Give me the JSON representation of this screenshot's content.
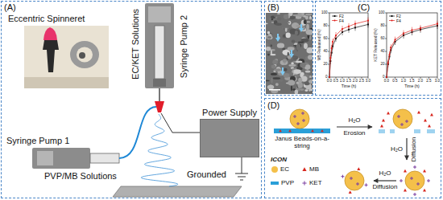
{
  "diagram": {
    "nodes": [
      {
        "text": [
          "(A)"
        ]
      },
      {
        "text": [
          "Power Supply"
        ],
        "in": 0
      },
      {
        "text": [
          "(B)"
        ]
      },
      {
        "text": [
          "(C)"
        ]
      },
      {
        "text": [
          "(D)"
        ]
      }
    ],
    "labels": [
      "Eccentric Spinneret",
      "EC/KET Solutions",
      "Syringe Pump 2",
      "Syringe Pump 1",
      "PVP/MB Solutions",
      "Grounded",
      "MB Released (%)",
      "0",
      "20",
      "40",
      "60",
      "80",
      "100",
      "0.0",
      "0.5",
      "1.0",
      "1.5",
      "2.0",
      "2.5",
      "3.0",
      "Time (h)",
      "KET Released (%)",
      "0",
      "20",
      "40",
      "60",
      "80",
      "100",
      "0.0",
      "0.5",
      "1.0",
      "1.5",
      "2.0",
      "2.5",
      "3.0",
      "Time (h)",
      "Janus Beads-on-a-string",
      "H₂O",
      "Erosion",
      "H₂O",
      "Diffusion",
      "H₂O",
      "Diffusion",
      "ICON"
    ],
    "legend": [
      {
        "text": "F2"
      },
      {
        "text": "F4"
      },
      {
        "text": "F2"
      },
      {
        "text": "F4"
      },
      {
        "text": "EC",
        "color": "#f4c04a"
      },
      {
        "text": "MB"
      },
      {
        "text": "PVP",
        "color": "#2a9fd8"
      },
      {
        "text": "KET"
      }
    ]
  }
}
